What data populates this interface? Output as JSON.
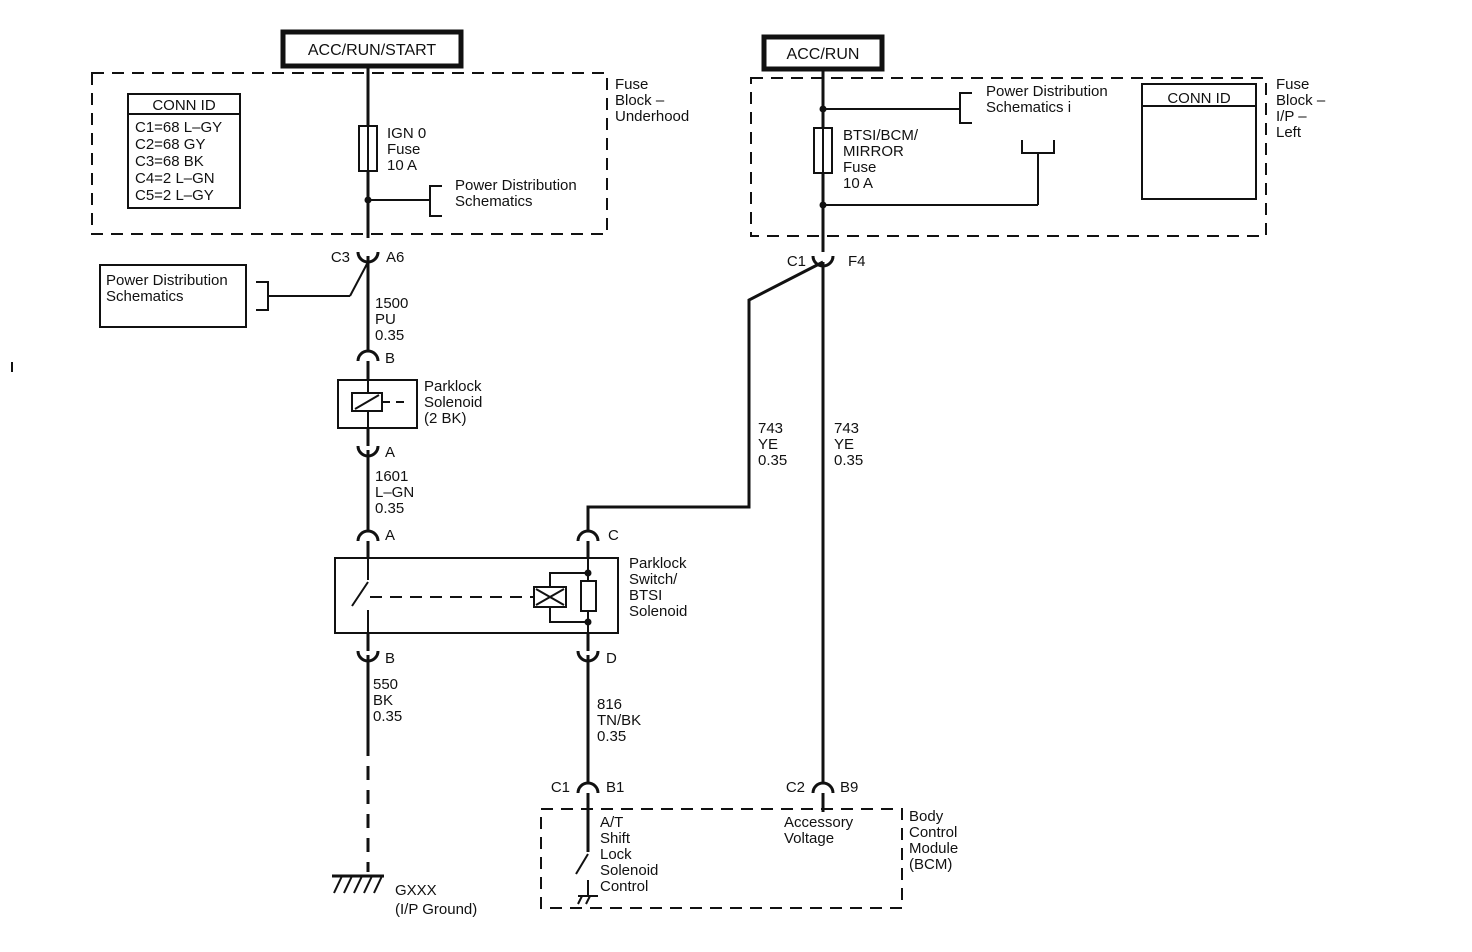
{
  "power_sources": {
    "left": "ACC/RUN/START",
    "right": "ACC/RUN"
  },
  "fuse_block_underhood": {
    "label": [
      "Fuse",
      "Block –",
      "Underhood"
    ],
    "conn_id_title": "CONN ID",
    "conn_ids": [
      "C1=68 L–GY",
      "C2=68 GY",
      "C3=68 BK",
      "C4=2 L–GN",
      "C5=2 L–GY"
    ],
    "fuse": [
      "IGN 0",
      "Fuse",
      "10 A"
    ],
    "power_ref": [
      "Power Distribution",
      "Schematics"
    ]
  },
  "fuse_block_ip": {
    "label": [
      "Fuse",
      "Block –",
      "I/P –",
      "Left"
    ],
    "conn_id_title": "CONN ID",
    "fuse": [
      "BTSI/BCM/",
      "MIRROR",
      "Fuse",
      "10 A"
    ],
    "power_ref": [
      "Power Distribution",
      "Schematics i"
    ]
  },
  "left_connector": {
    "conn": "C3",
    "pin": "A6"
  },
  "left_power_ref": [
    "Power Distribution",
    "Schematics"
  ],
  "right_connector": {
    "conn": "C1",
    "pin": "F4"
  },
  "wire_1500": [
    "1500",
    "PU",
    "0.35"
  ],
  "parklock_solenoid": {
    "pin_top": "B",
    "pin_bottom": "A",
    "label": [
      "Parklock",
      "Solenoid",
      "(2 BK)"
    ]
  },
  "wire_1601": [
    "1601",
    "L–GN",
    "0.35"
  ],
  "parklock_switch": {
    "pin_a": "A",
    "pin_b": "B",
    "pin_c": "C",
    "pin_d": "D",
    "label": [
      "Parklock",
      "Switch/",
      "BTSI",
      "Solenoid"
    ]
  },
  "wire_743_left": [
    "743",
    "YE",
    "0.35"
  ],
  "wire_743_right": [
    "743",
    "YE",
    "0.35"
  ],
  "wire_550": [
    "550",
    "BK",
    "0.35"
  ],
  "wire_816": [
    "816",
    "TN/BK",
    "0.35"
  ],
  "ground": [
    "GXXX",
    "(I/P Ground)"
  ],
  "bcm": {
    "c1_conn": "C1",
    "c1_pin": "B1",
    "c2_conn": "C2",
    "c2_pin": "B9",
    "shift_lock": [
      "A/T",
      "Shift",
      "Lock",
      "Solenoid",
      "Control"
    ],
    "accessory": [
      "Accessory",
      "Voltage"
    ],
    "label": [
      "Body",
      "Control",
      "Module",
      "(BCM)"
    ]
  }
}
